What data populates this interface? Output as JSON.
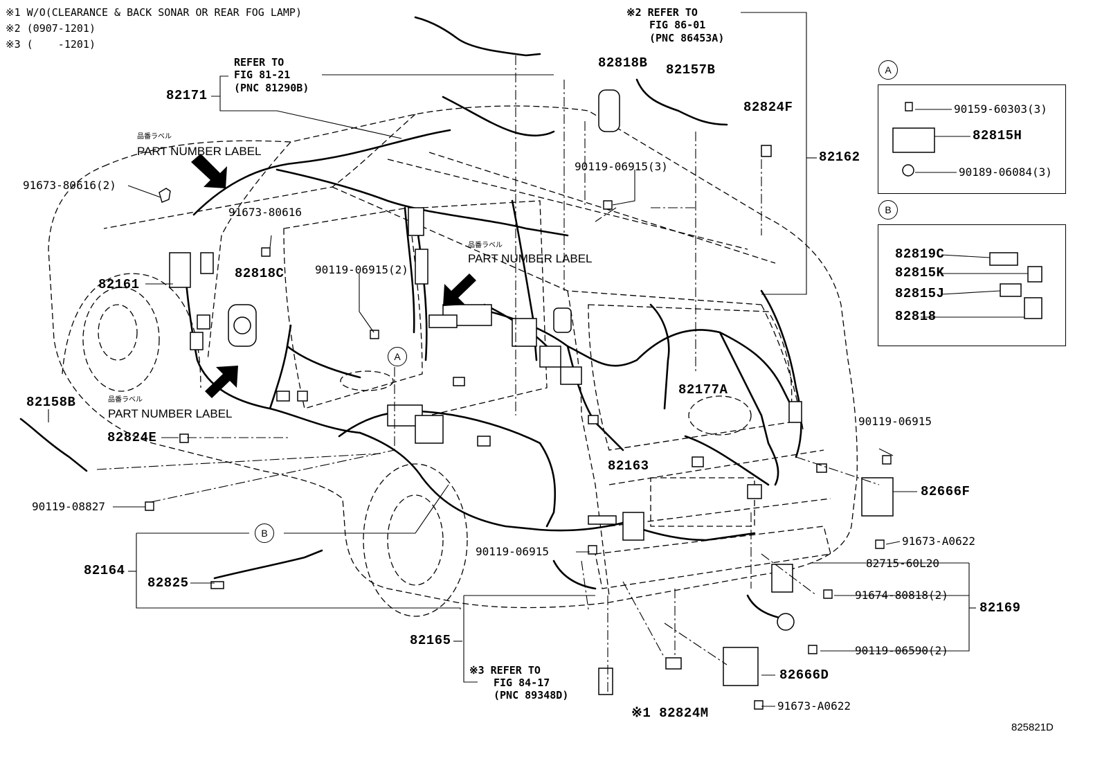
{
  "notes": [
    "※1 W/O(CLEARANCE & BACK SONAR OR REAR FOG LAMP)",
    "※2 (0907-1201)",
    "※3 (    -1201)"
  ],
  "references": {
    "ref1": [
      "REFER TO",
      "FIG 81-21",
      "(PNC 81290B)"
    ],
    "ref2": [
      "※2 REFER TO",
      "FIG 86-01",
      "(PNC 86453A)"
    ],
    "ref3": [
      "※3 REFER TO",
      "FIG 84-17",
      "(PNC 89348D)"
    ]
  },
  "label_jp": "品番ラベル",
  "label_en": "PART NUMBER LABEL",
  "callouts": {
    "a": "A",
    "b": "B"
  },
  "parts": {
    "p82171": "82171",
    "p82818B": "82818B",
    "p82157B": "82157B",
    "p82824F": "82824F",
    "p82162": "82162",
    "p91673_80616_2": "91673-80616(2)",
    "p91673_80616": "91673-80616",
    "p90119_06915_3": "90119-06915(3)",
    "p82818C": "82818C",
    "p90119_06915_2": "90119-06915(2)",
    "p82161": "82161",
    "p82158B": "82158B",
    "p82824E": "82824E",
    "p82177A": "82177A",
    "p90119_06915_r": "90119-06915",
    "p82163": "82163",
    "p82666F": "82666F",
    "p90119_08827": "90119-08827",
    "p91673_A0622_a": "91673-A0622",
    "p82164": "82164",
    "p82825": "82825",
    "p90119_06915_b": "90119-06915",
    "p82715_60L20": "82715-60L20",
    "p91674_80818_2": "91674-80818(2)",
    "p82169": "82169",
    "p82165": "82165",
    "p90119_06590_2": "90119-06590(2)",
    "p82666D": "82666D",
    "p82824M": "※1 82824M",
    "p91673_A0622_b": "91673-A0622"
  },
  "inset_a": {
    "title": "A",
    "items": [
      "90159-60303(3)",
      "82815H",
      "90189-06084(3)"
    ]
  },
  "inset_b": {
    "title": "B",
    "items": [
      "82819C",
      "82815K",
      "82815J",
      "82818"
    ]
  },
  "diagram_id": "825821D"
}
